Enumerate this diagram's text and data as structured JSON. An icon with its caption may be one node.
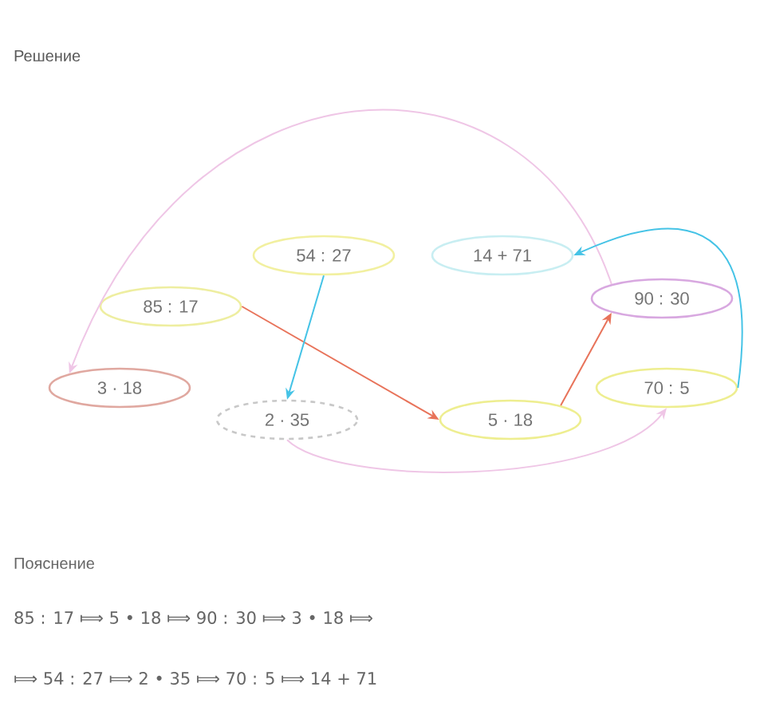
{
  "diagram": {
    "title": "Решение",
    "nodes": [
      {
        "text": [
          "54 : 27"
        ]
      },
      {
        "text": [
          "14 + 71"
        ]
      },
      {
        "text": [
          "85 : 17"
        ]
      },
      {
        "text": [
          "90 : 30"
        ]
      },
      {
        "text": [
          "3 · 18"
        ]
      },
      {
        "text": [
          "70 : 5"
        ]
      },
      {
        "text": [
          "2 · 35"
        ]
      },
      {
        "text": [
          "5 · 18"
        ]
      }
    ],
    "edges": [
      {
        "from": 2,
        "to": 7,
        "arrow": "to",
        "color": "#e8735a"
      },
      {
        "from": 7,
        "to": 3,
        "arrow": "to",
        "color": "#e8735a"
      },
      {
        "from": 3,
        "to": 4,
        "arrow": "to",
        "color": "#efc6e6"
      },
      {
        "from": 0,
        "to": 6,
        "arrow": "to",
        "color": "#45c3e6"
      },
      {
        "from": 6,
        "to": 5,
        "arrow": "to",
        "color": "#efc6e6"
      },
      {
        "from": 5,
        "to": 1,
        "arrow": "to",
        "color": "#45c3e6"
      }
    ],
    "labels": [
      "Пояснение",
      "85 : 17 ⟾ 5 • 18 ⟾ 90 : 30 ⟾ 3 • 18 ⟾",
      "⟾ 54 : 27 ⟾ 2 • 35 ⟾ 70 : 5 ⟾ 14 + 71"
    ]
  }
}
